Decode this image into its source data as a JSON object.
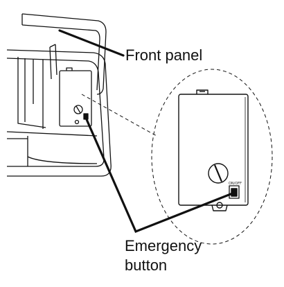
{
  "labels": {
    "front_panel": "Front panel",
    "emergency_line1": "Emergency",
    "emergency_line2": "button",
    "switch_text": "ON/OFF"
  },
  "colors": {
    "stroke": "#111111",
    "background": "#ffffff"
  },
  "icons": [
    "screw-icon",
    "switch-icon",
    "emergency-button-icon"
  ]
}
